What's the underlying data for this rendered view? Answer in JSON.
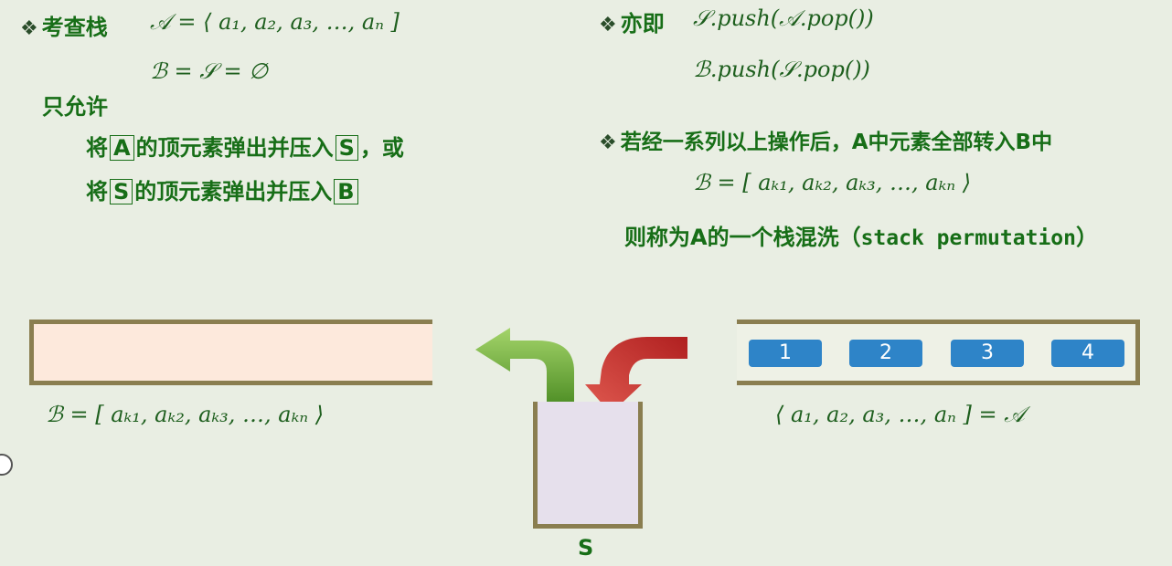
{
  "left": {
    "bullet": "❖",
    "title": "考查栈",
    "eq_a": "𝒜 = ⟨ a₁, a₂, a₃, …, aₙ ]",
    "eq_b": "ℬ = 𝒮 = ∅",
    "allow": "只允许",
    "rule1_pre": "将",
    "rule1_box1": "A",
    "rule1_mid": "的顶元素弹出并压入",
    "rule1_box2": "S",
    "rule1_post": "，或",
    "rule2_pre": "将",
    "rule2_box1": "S",
    "rule2_mid": "的顶元素弹出并压入",
    "rule2_box2": "B"
  },
  "right": {
    "bullet": "❖",
    "title": "亦即",
    "op1": "𝒮.push(𝒜.pop())",
    "op2": "ℬ.push(𝒮.pop())",
    "bullet2": "❖",
    "result_text": "若经一系列以上操作后，A中元素全部转入B中",
    "eq_b_perm": "ℬ = [ aₖ₁, aₖ₂, aₖ₃, …, aₖₙ ⟩",
    "conclusion_cn": "则称为A的一个栈混洗（",
    "conclusion_en": "stack permutation",
    "conclusion_end": "）"
  },
  "diagram": {
    "b_label": "ℬ = [ aₖ₁, aₖ₂, aₖ₃, …, aₖₙ ⟩",
    "a_label": "⟨ a₁, a₂, a₃, …, aₙ ] = 𝒜",
    "stack_label": "S",
    "a_items": [
      "1",
      "2",
      "3",
      "4"
    ],
    "colors": {
      "chip": "#2e84c8",
      "green_arrow": "#6fb33a",
      "red_arrow": "#c83232",
      "frame": "#8a7e50"
    },
    "icons": {
      "green_arrow": "curved-arrow-up-left",
      "red_arrow": "curved-arrow-down",
      "nav": "play-circle-icon"
    }
  }
}
